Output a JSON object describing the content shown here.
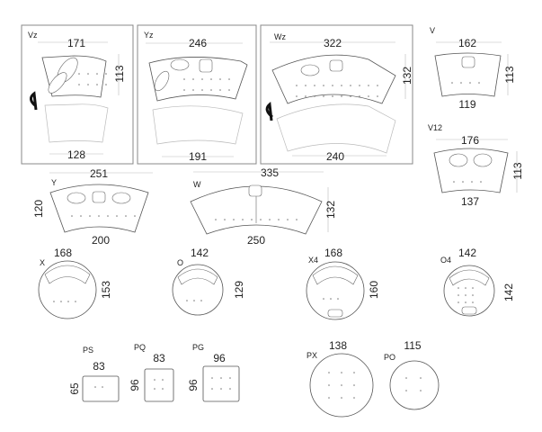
{
  "models": {
    "Vz": {
      "label": "Vz",
      "width_top": "171",
      "depth": "113",
      "width_bottom": "128"
    },
    "Yz": {
      "label": "Yz",
      "width_top": "246",
      "width_bottom": "191"
    },
    "Wz": {
      "label": "Wz",
      "width_top": "322",
      "depth": "132",
      "width_bottom": "240"
    },
    "V": {
      "label": "V",
      "width_top": "162",
      "depth": "113",
      "width_bottom": "119"
    },
    "V12": {
      "label": "V12",
      "width_top": "176",
      "depth": "113",
      "width_bottom": "137"
    },
    "Y": {
      "label": "Y",
      "width_top": "251",
      "depth": "120",
      "width_bottom": "200"
    },
    "W": {
      "label": "W",
      "width_top": "335",
      "depth": "132",
      "width_bottom": "250"
    },
    "X": {
      "label": "X",
      "width": "168",
      "depth": "153"
    },
    "O": {
      "label": "O",
      "width": "142",
      "depth": "129"
    },
    "X4": {
      "label": "X4",
      "width": "168",
      "depth": "160"
    },
    "O4": {
      "label": "O4",
      "width": "142",
      "depth": "142"
    },
    "PS": {
      "label": "PS",
      "width": "83",
      "depth": "65"
    },
    "PQ": {
      "label": "PQ",
      "width": "83",
      "depth": "96"
    },
    "PG": {
      "label": "PG",
      "width": "96",
      "depth": "96"
    },
    "PX": {
      "label": "PX",
      "diameter": "138"
    },
    "PO": {
      "label": "PO",
      "diameter": "115"
    }
  },
  "icons": {
    "rotate": "rotate-arrow-icon"
  }
}
